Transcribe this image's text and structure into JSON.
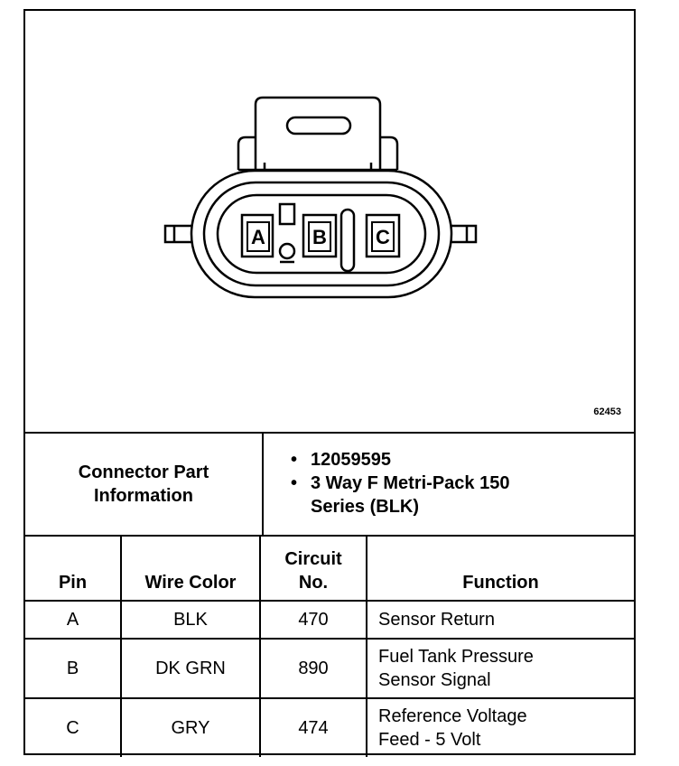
{
  "figure": {
    "id": "62453",
    "pin_labels": [
      "A",
      "B",
      "C"
    ]
  },
  "connector_info": {
    "label_line1": "Connector Part",
    "label_line2": "Information",
    "items": [
      "12059595",
      "3 Way F Metri-Pack 150",
      "Series (BLK)"
    ]
  },
  "table": {
    "headers": {
      "pin": "Pin",
      "wire_color": "Wire Color",
      "circuit_line1": "Circuit",
      "circuit_line2": "No.",
      "function": "Function"
    },
    "rows": [
      {
        "pin": "A",
        "wire_color": "BLK",
        "circuit": "470",
        "function_line1": "Sensor Return",
        "function_line2": ""
      },
      {
        "pin": "B",
        "wire_color": "DK GRN",
        "circuit": "890",
        "function_line1": "Fuel Tank Pressure",
        "function_line2": "Sensor Signal"
      },
      {
        "pin": "C",
        "wire_color": "GRY",
        "circuit": "474",
        "function_line1": "Reference Voltage",
        "function_line2": "Feed - 5 Volt"
      }
    ]
  }
}
